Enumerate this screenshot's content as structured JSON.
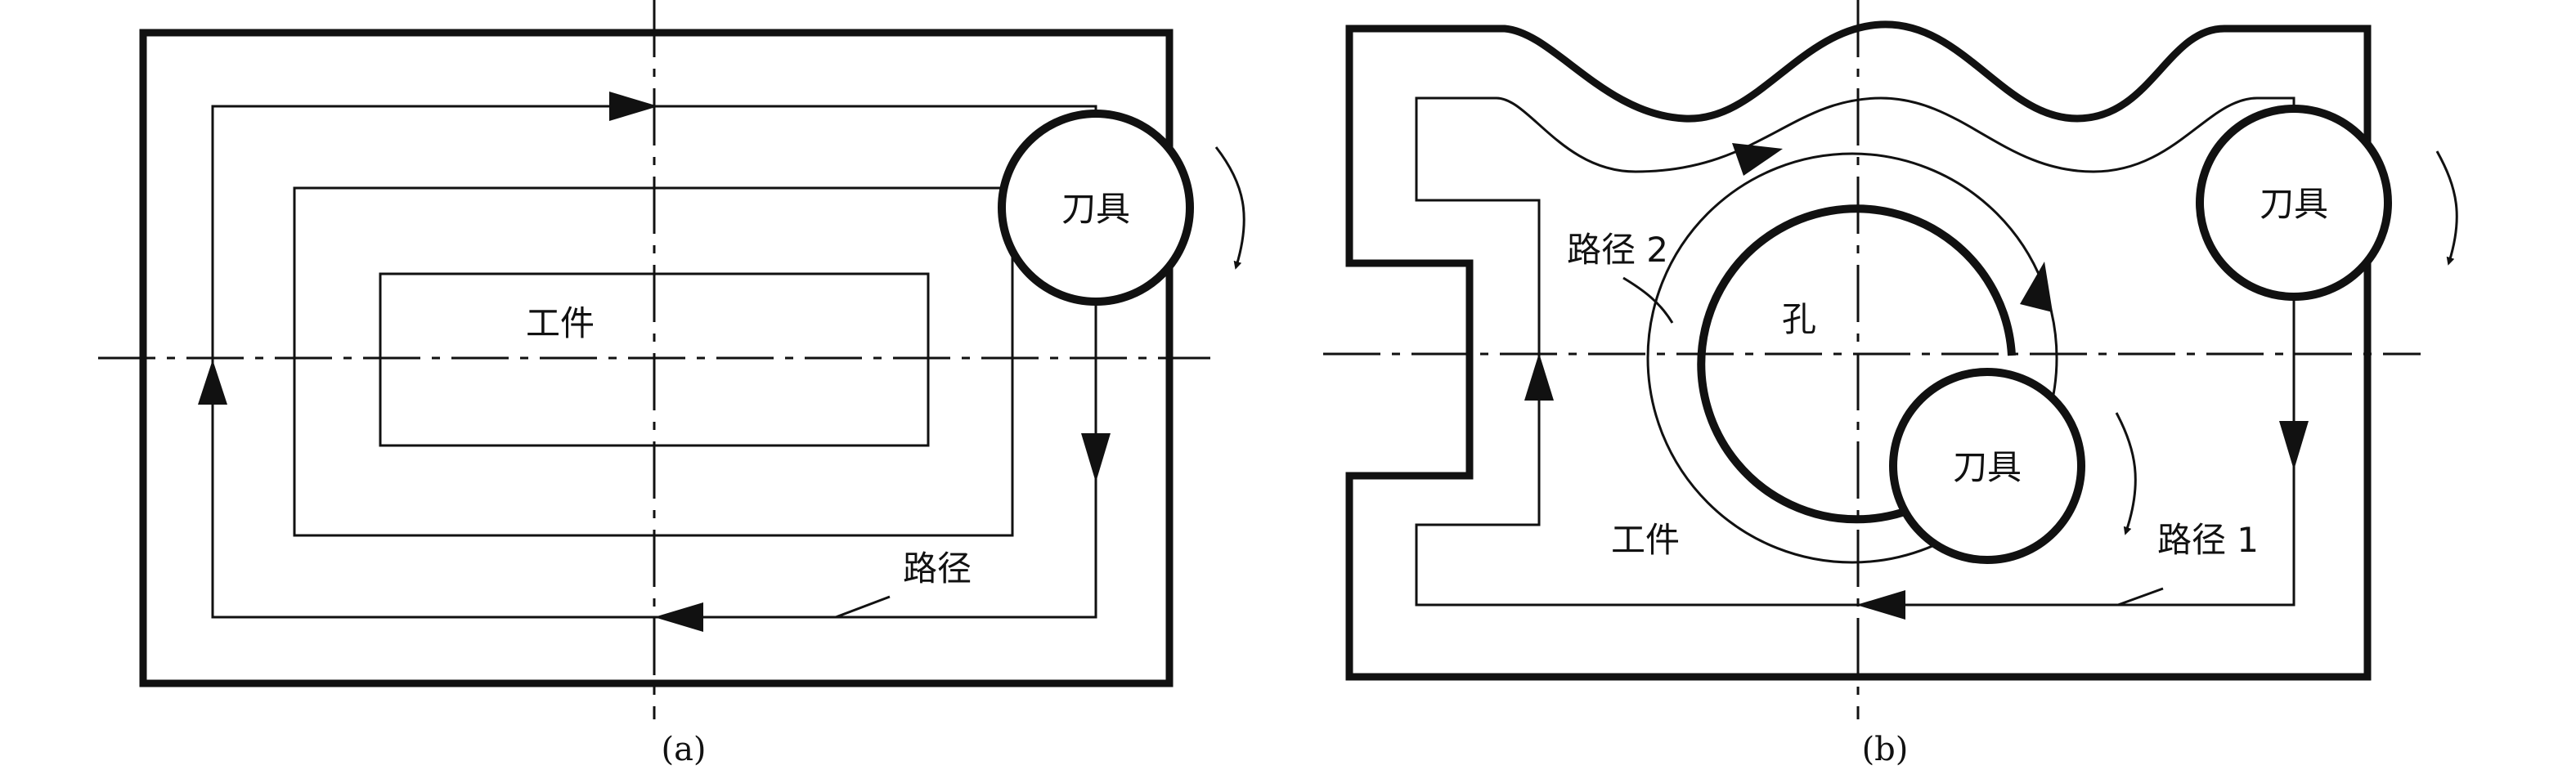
{
  "figure_a": {
    "caption": "(a)",
    "tool_label": "刀具",
    "workpiece_label": "工件",
    "path_label": "路径"
  },
  "figure_b": {
    "caption": "(b)",
    "tool_label_upper": "刀具",
    "tool_label_lower": "刀具",
    "hole_label": "孔",
    "workpiece_label": "工件",
    "path1_label": "路径 1",
    "path2_label": "路径 2"
  },
  "colors": {
    "line": "#111111",
    "background": "#ffffff"
  }
}
